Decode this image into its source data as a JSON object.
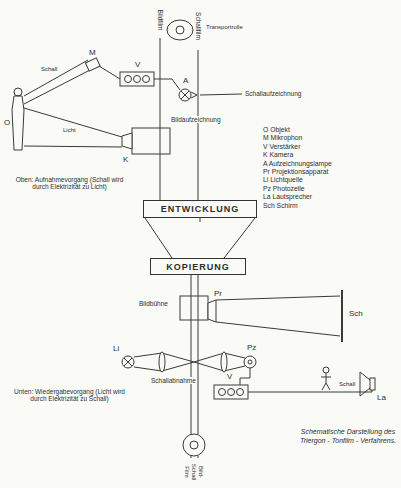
{
  "diagram": {
    "caption": "Schematische Darstellung des Triergon - Tonfilm - Verfahrens.",
    "nodes": [
      {
        "text": [
          "ENTWICKLUNG"
        ]
      },
      {
        "text": [
          "KOPIERUNG"
        ]
      }
    ],
    "edges": [
      {
        "from": 0,
        "to": 1,
        "arrow": "none"
      }
    ],
    "labels": [
      "Bildfilm",
      "Schallfilm",
      "Transportrolle",
      "M",
      "V",
      "A",
      "Schallaufzeichnung",
      "O",
      "Schall",
      "Licht",
      "K",
      "Bildaufzeichnung",
      "Oben: Aufnahmevorgang (Schall wird durch Elektrizität zu Licht)",
      "Pr",
      "Bildbühne",
      "Sch",
      "Li",
      "Pz",
      "Schallabnahme",
      "Schall",
      "La",
      "V",
      "Unten: Wiedergabevorgang (Licht wird durch Elektrizität zu Schall)",
      "Bild- Schall Film"
    ],
    "legend": [
      {
        "text": "O Objekt"
      },
      {
        "text": "M Mikrophon"
      },
      {
        "text": "V Verstärker"
      },
      {
        "text": "K Kamera"
      },
      {
        "text": "A Aufzeichnungslampe"
      },
      {
        "text": "Pr Projektionsapparat"
      },
      {
        "text": "Li Lichtquelle"
      },
      {
        "text": "Pz Photozelle"
      },
      {
        "text": "La Lautsprecher"
      },
      {
        "text": "Sch Schirm"
      }
    ]
  }
}
